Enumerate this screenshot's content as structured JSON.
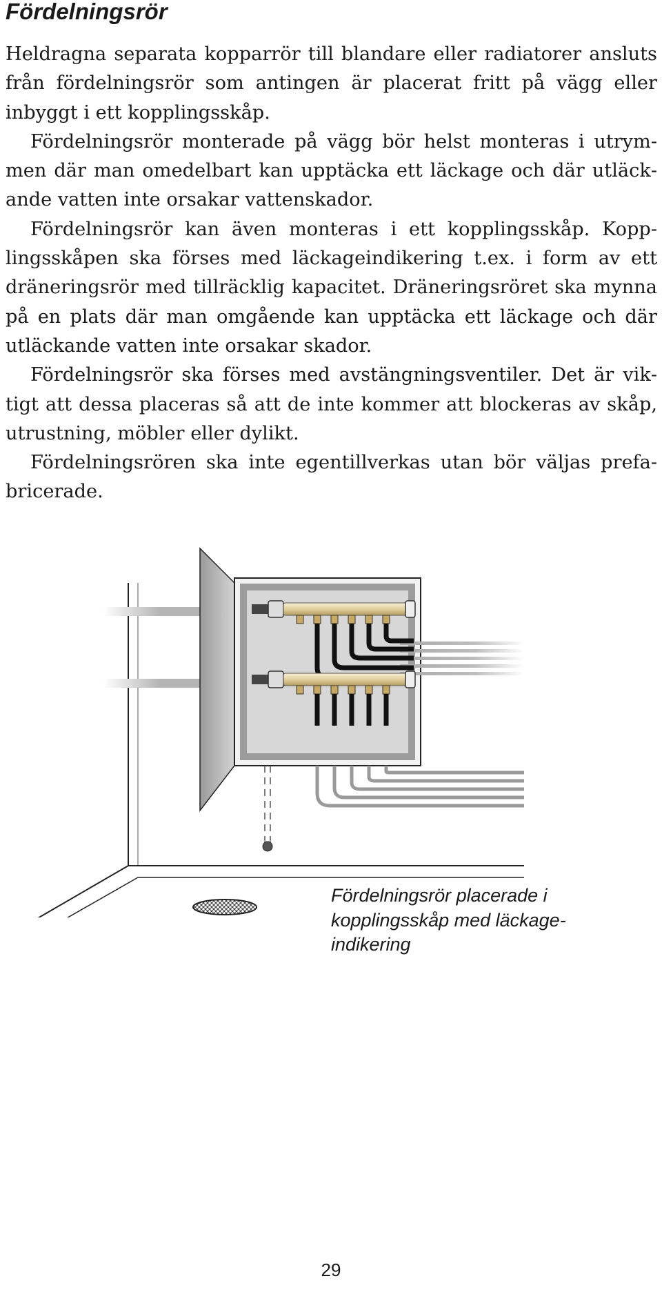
{
  "heading": "Fördelningsrör",
  "paragraphs": [
    "Heldragna separata kopparrör till blandare eller radiatorer ansluts från fördelningsrör som antingen är placerat fritt på vägg eller inbyggt i ett kopplingsskåp.",
    "Fördelningsrör monterade på vägg bör helst monteras i utrym­men där man omedelbart kan upptäcka ett läckage och där utläck­ande vatten inte orsakar vattenskador.",
    "Fördelningsrör kan även monteras i ett kopplingsskåp. Kopp­lingsskåpen ska förses med läckageindikering t.ex. i form av ett dräneringsrör med tillräcklig kapacitet. Dräneringsröret ska mynna på en plats där man omgående kan upptäcka ett läckage och där utläckande vatten inte orsakar skador.",
    "Fördelningsrör ska förses med avstängningsventiler. Det är vik­tigt att dessa placeras så att de inte kommer att blockeras av skåp, utrustning, möbler eller dylikt.",
    "Fördelningsrören ska inte egentillverkas utan bör väljas prefa­bricerade."
  ],
  "caption": "Fördelningsrör placerade i kopplingsskåp med läckage­indikering",
  "page_number": "29"
}
